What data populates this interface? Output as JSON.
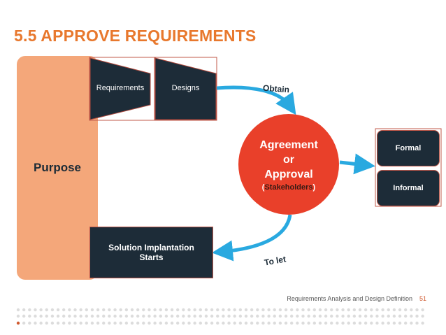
{
  "slide": {
    "title": "5.5 APPROVE REQUIREMENTS",
    "purpose_label": "Purpose",
    "inputs": [
      "Requirements",
      "Designs"
    ],
    "obtain_label": "Obtain",
    "center": {
      "line1": "Agreement",
      "line2": "or",
      "line3": "Approval",
      "open_paren": "(",
      "stakeholders": "Stakeholders",
      "close_paren": ")"
    },
    "options": [
      "Formal",
      "Informal"
    ],
    "outcome": {
      "line1": "Solution Implantation",
      "line2": "Starts"
    },
    "to_let_label": "To let",
    "footer": {
      "text": "Requirements Analysis and Design Definition",
      "page": "51"
    }
  },
  "colors": {
    "accent": "#e8782d",
    "purpose": "#f4a77a",
    "dark": "#1d2c38",
    "circle": "#e9402a",
    "arrow": "#29a9e0"
  }
}
